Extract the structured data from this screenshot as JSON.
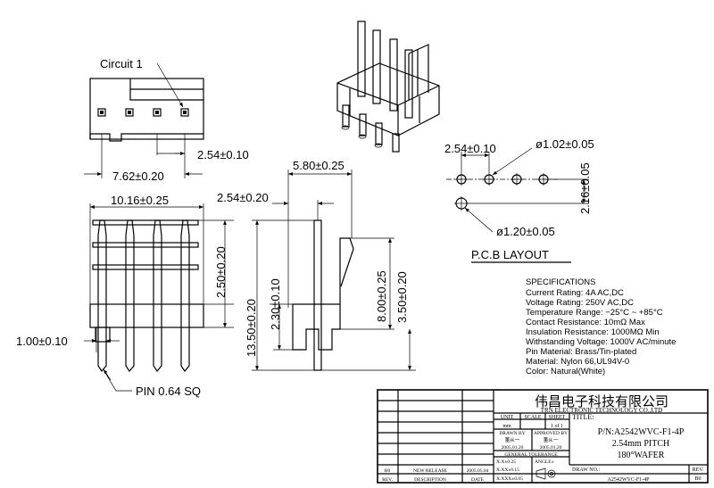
{
  "labels": {
    "circuit": "Circuit 1",
    "pin": "PIN 0.64 SQ",
    "pcb_layout": "P.C.B LAYOUT"
  },
  "dims": {
    "d254_top": "2.54±0.10",
    "d762": "7.62±0.20",
    "d1016": "10.16±0.25",
    "d580": "5.80±0.25",
    "d254_side": "2.54±0.20",
    "d250": "2.50±0.20",
    "d100": "1.00±0.10",
    "d1350": "13.50±0.20",
    "d230": "2.30±0.10",
    "d800": "8.00±0.25",
    "d350": "3.50±0.20",
    "pcb_254": "2.54±0.10",
    "pcb_102": "ø1.02±0.05",
    "pcb_216": "2.16±0.05",
    "pcb_120": "ø1.20±0.05"
  },
  "specs": {
    "title": "SPECIFICATIONS",
    "lines": [
      "Current Rating: 4A AC,DC",
      "Voltage Rating: 250V AC,DC",
      "Temperature Range: −25°C ~ +85°C",
      "Contact Resistance: 10mΩ Max",
      "Insulation Resistance: 1000MΩ Min",
      "Withstanding Voltage: 1000V AC/minute",
      "Pin Material: Brass/Tin-plated",
      "Material: Nylon 66,UL94V-0",
      "Color: Natural(White)"
    ]
  },
  "title_block": {
    "company_cn": "伟昌电子科技有限公司",
    "company_en": "TRN ELECTRONIC TECHNOLOGY CO.,LTD",
    "unit_label": "UNIT",
    "unit_value": "mm",
    "scale_label": "SCALE",
    "sheet_label": "SHEET",
    "sheet_value": "1 of 1",
    "title_label": "TITLE:",
    "part_number": "P/N:A2542WVC-F1-4P",
    "pitch": "2.54mm PITCH",
    "wafer": "180°WAFER",
    "drawn_by": "DRAWN BY",
    "drawn_name": "董从一",
    "drawn_date": "2005.01.20",
    "approved_by": "APPROVED BY",
    "approved_name": "董从一",
    "approved_date": "2005.01.20",
    "general_tolerance": "GENERAL TOLERANCE",
    "tol1": "X.X±0.25",
    "tol2": "X.XX±0.15",
    "tol3": "X.XXX±0.05",
    "angle": "ANGLE±",
    "draw_no_label": "DRAW NO.:",
    "draw_no": "A2542WVC-F1-4P",
    "rev_label": "REV.",
    "rev_value": "B0",
    "rev_col": "REV.",
    "desc_col": "DESCRIPTION",
    "date_col": "DATE",
    "rev_row": "B0",
    "desc_row": "NEW RELEASE",
    "date_row": "2005.05.04"
  }
}
